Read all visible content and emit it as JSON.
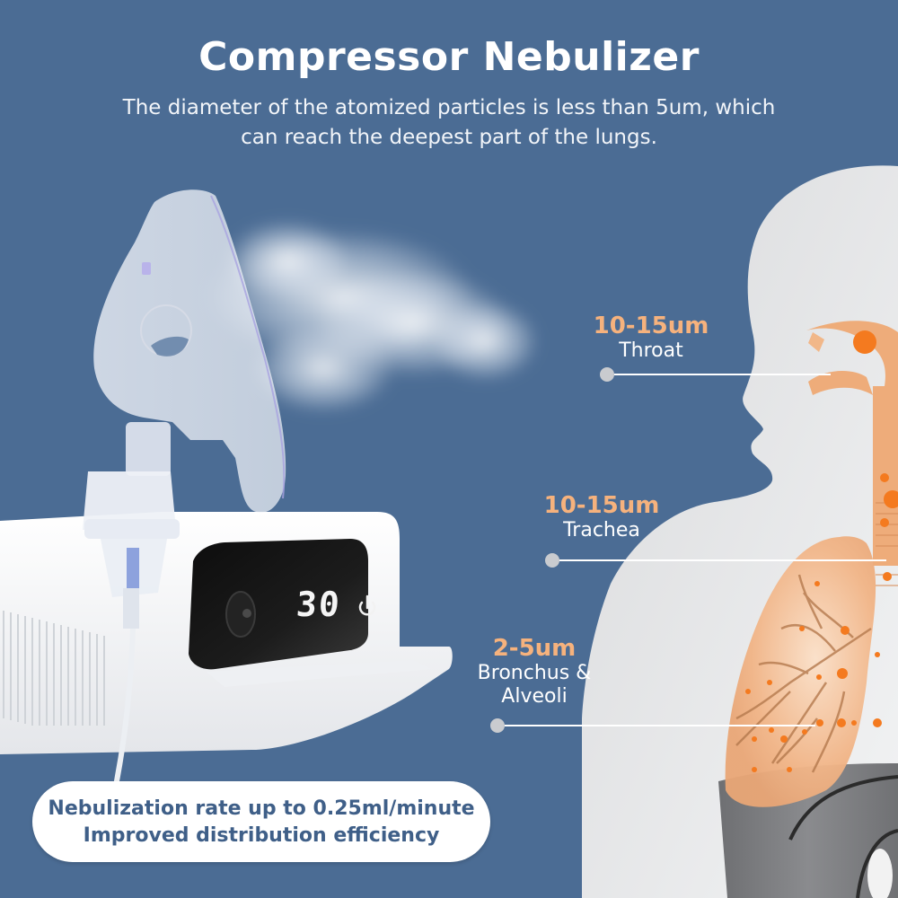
{
  "header": {
    "title": "Compressor Nebulizer",
    "subtitle_line1": "The diameter of the atomized particles is less than 5um, which",
    "subtitle_line2": "can reach the deepest part of the lungs."
  },
  "device": {
    "display_value": "30",
    "power_icon": "power-icon"
  },
  "callouts": [
    {
      "size": "10-15um",
      "part": "Throat"
    },
    {
      "size": "10-15um",
      "part": "Trachea"
    },
    {
      "size": "2-5um",
      "part_line1": "Bronchus &",
      "part_line2": "Alveoli"
    }
  ],
  "feature_pill": {
    "line1": "Nebulization rate up to 0.25ml/minute",
    "line2": "Improved distribution efficiency"
  },
  "colors": {
    "background": "#4b6c94",
    "accent_orange": "#f6b27d",
    "particle_orange": "#f47a1f",
    "pill_text": "#3f5f88",
    "body_silhouette": "#e6e7e9"
  }
}
